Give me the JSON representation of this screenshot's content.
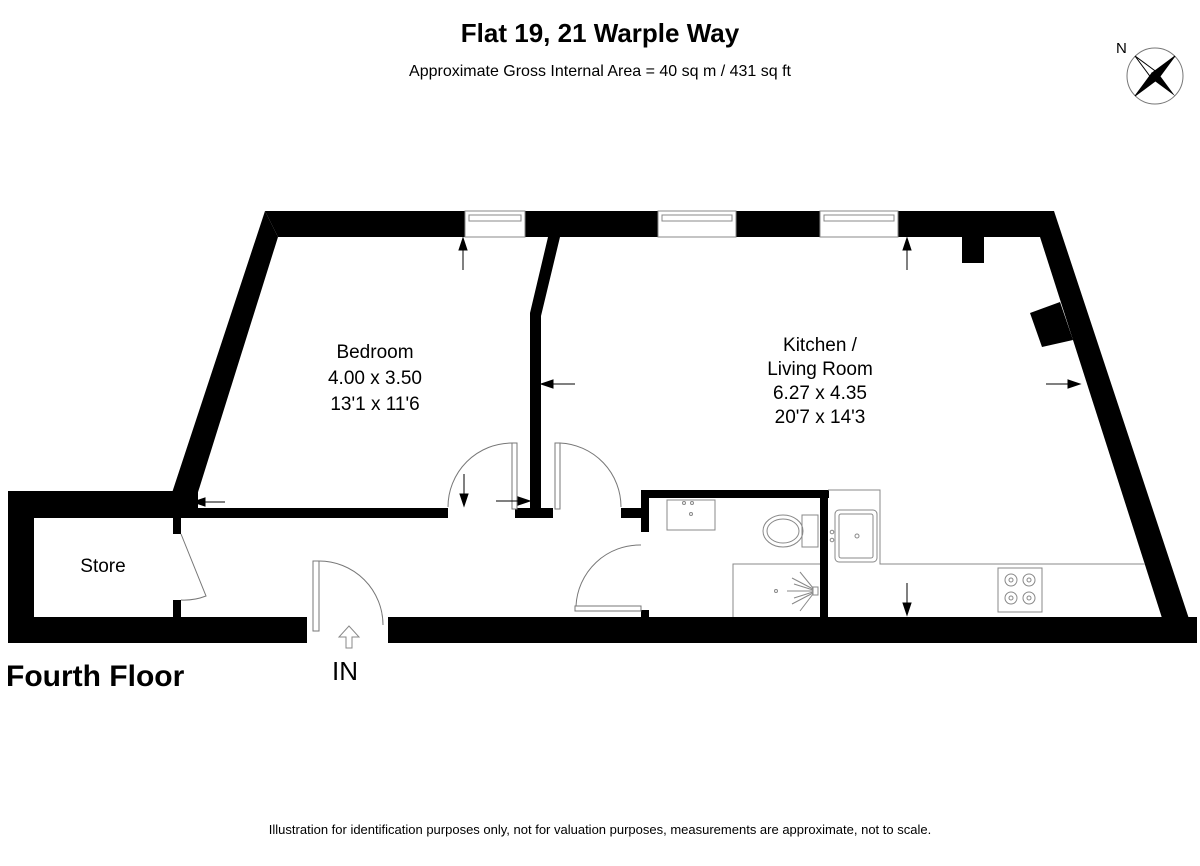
{
  "header": {
    "title": "Flat 19, 21 Warple Way",
    "subtitle": "Approximate Gross Internal Area = 40 sq m / 431 sq ft"
  },
  "compass": {
    "label": "N",
    "icon": "compass-rose-icon"
  },
  "floor": {
    "label": "Fourth Floor"
  },
  "entrance": {
    "label": "IN",
    "icon": "entrance-arrow-icon"
  },
  "rooms": [
    {
      "name": "Bedroom",
      "metric": "4.00 x 3.50",
      "imperial": "13'1 x 11'6"
    },
    {
      "name_line1": "Kitchen /",
      "name_line2": "Living Room",
      "metric": "6.27 x 4.35",
      "imperial": "20'7 x 14'3"
    },
    {
      "name": "Store"
    }
  ],
  "fixtures": [
    "washbasin-icon",
    "toilet-icon",
    "shower-icon",
    "kitchen-sink-icon",
    "hob-icon"
  ],
  "footer": {
    "disclaimer": "Illustration for identification purposes only, not for valuation purposes, measurements are approximate, not to scale."
  },
  "colors": {
    "wall": "#000000",
    "fixture_line": "#808080",
    "background": "#ffffff"
  }
}
